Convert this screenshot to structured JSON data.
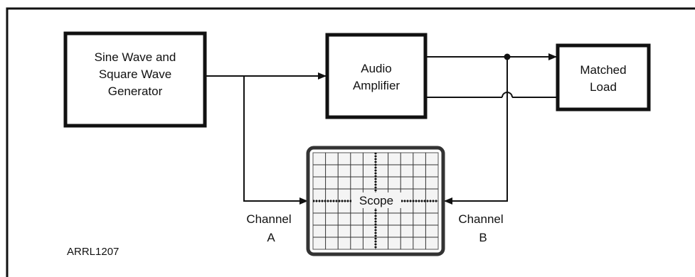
{
  "blocks": {
    "generator": [
      "Sine Wave and",
      "Square Wave",
      "Generator"
    ],
    "amplifier": [
      "Audio",
      "Amplifier"
    ],
    "load": [
      "Matched",
      "Load"
    ],
    "scope": "Scope"
  },
  "channels": {
    "a": [
      "Channel",
      "A"
    ],
    "b": [
      "Channel",
      "B"
    ]
  },
  "figure_id": "ARRL1207"
}
